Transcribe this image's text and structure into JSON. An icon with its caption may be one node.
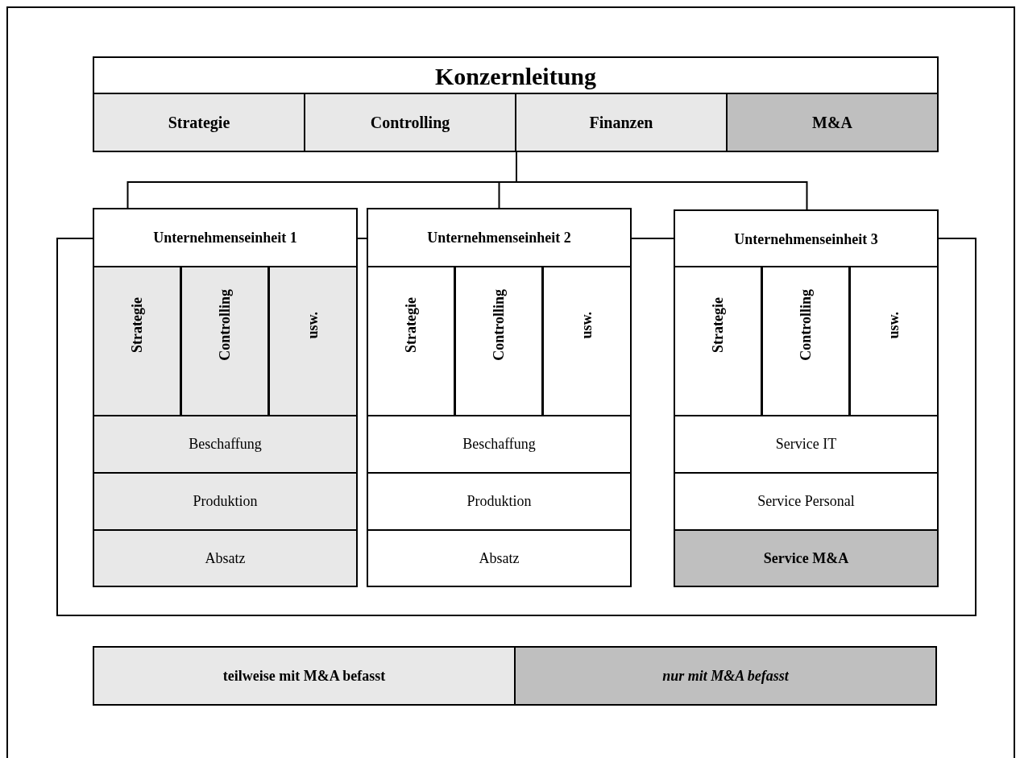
{
  "diagram": {
    "nodes": [
      {
        "text": [
          "Konzernleitung"
        ]
      },
      {
        "text": [
          "Strategie"
        ],
        "in": 0
      },
      {
        "text": [
          "Controlling"
        ],
        "in": 0
      },
      {
        "text": [
          "Finanzen"
        ],
        "in": 0
      },
      {
        "text": [
          "M&A"
        ],
        "in": 0
      },
      {
        "text": [
          "Unternehmenseinheit 1"
        ]
      },
      {
        "text": [
          "Strategie"
        ],
        "in": 5
      },
      {
        "text": [
          "Controlling"
        ],
        "in": 5
      },
      {
        "text": [
          "usw."
        ],
        "in": 5
      },
      {
        "text": [
          "Beschaffung"
        ],
        "in": 5
      },
      {
        "text": [
          "Produktion"
        ],
        "in": 5
      },
      {
        "text": [
          "Absatz"
        ],
        "in": 5
      },
      {
        "text": [
          "Unternehmenseinheit 2"
        ]
      },
      {
        "text": [
          "Strategie"
        ],
        "in": 12
      },
      {
        "text": [
          "Controlling"
        ],
        "in": 12
      },
      {
        "text": [
          "usw."
        ],
        "in": 12
      },
      {
        "text": [
          "Beschaffung"
        ],
        "in": 12
      },
      {
        "text": [
          "Produktion"
        ],
        "in": 12
      },
      {
        "text": [
          "Absatz"
        ],
        "in": 12
      },
      {
        "text": [
          "Unternehmenseinheit 3"
        ]
      },
      {
        "text": [
          "Strategie"
        ],
        "in": 19
      },
      {
        "text": [
          "Controlling"
        ],
        "in": 19
      },
      {
        "text": [
          "usw."
        ],
        "in": 19
      },
      {
        "text": [
          "Service IT"
        ],
        "in": 19
      },
      {
        "text": [
          "Service Personal"
        ],
        "in": 19
      },
      {
        "text": [
          "Service M&A"
        ],
        "in": 19
      }
    ],
    "edges": [
      {
        "from": 0,
        "to": 5,
        "arrow": "none"
      },
      {
        "from": 0,
        "to": 12,
        "arrow": "none"
      },
      {
        "from": 0,
        "to": 19,
        "arrow": "none"
      }
    ],
    "legend": [
      {
        "text": "teilweise mit M&A befasst",
        "color": "#e8e8e8"
      },
      {
        "text": "nur mit M&A befasst",
        "color": "#bfbfbf"
      }
    ]
  }
}
